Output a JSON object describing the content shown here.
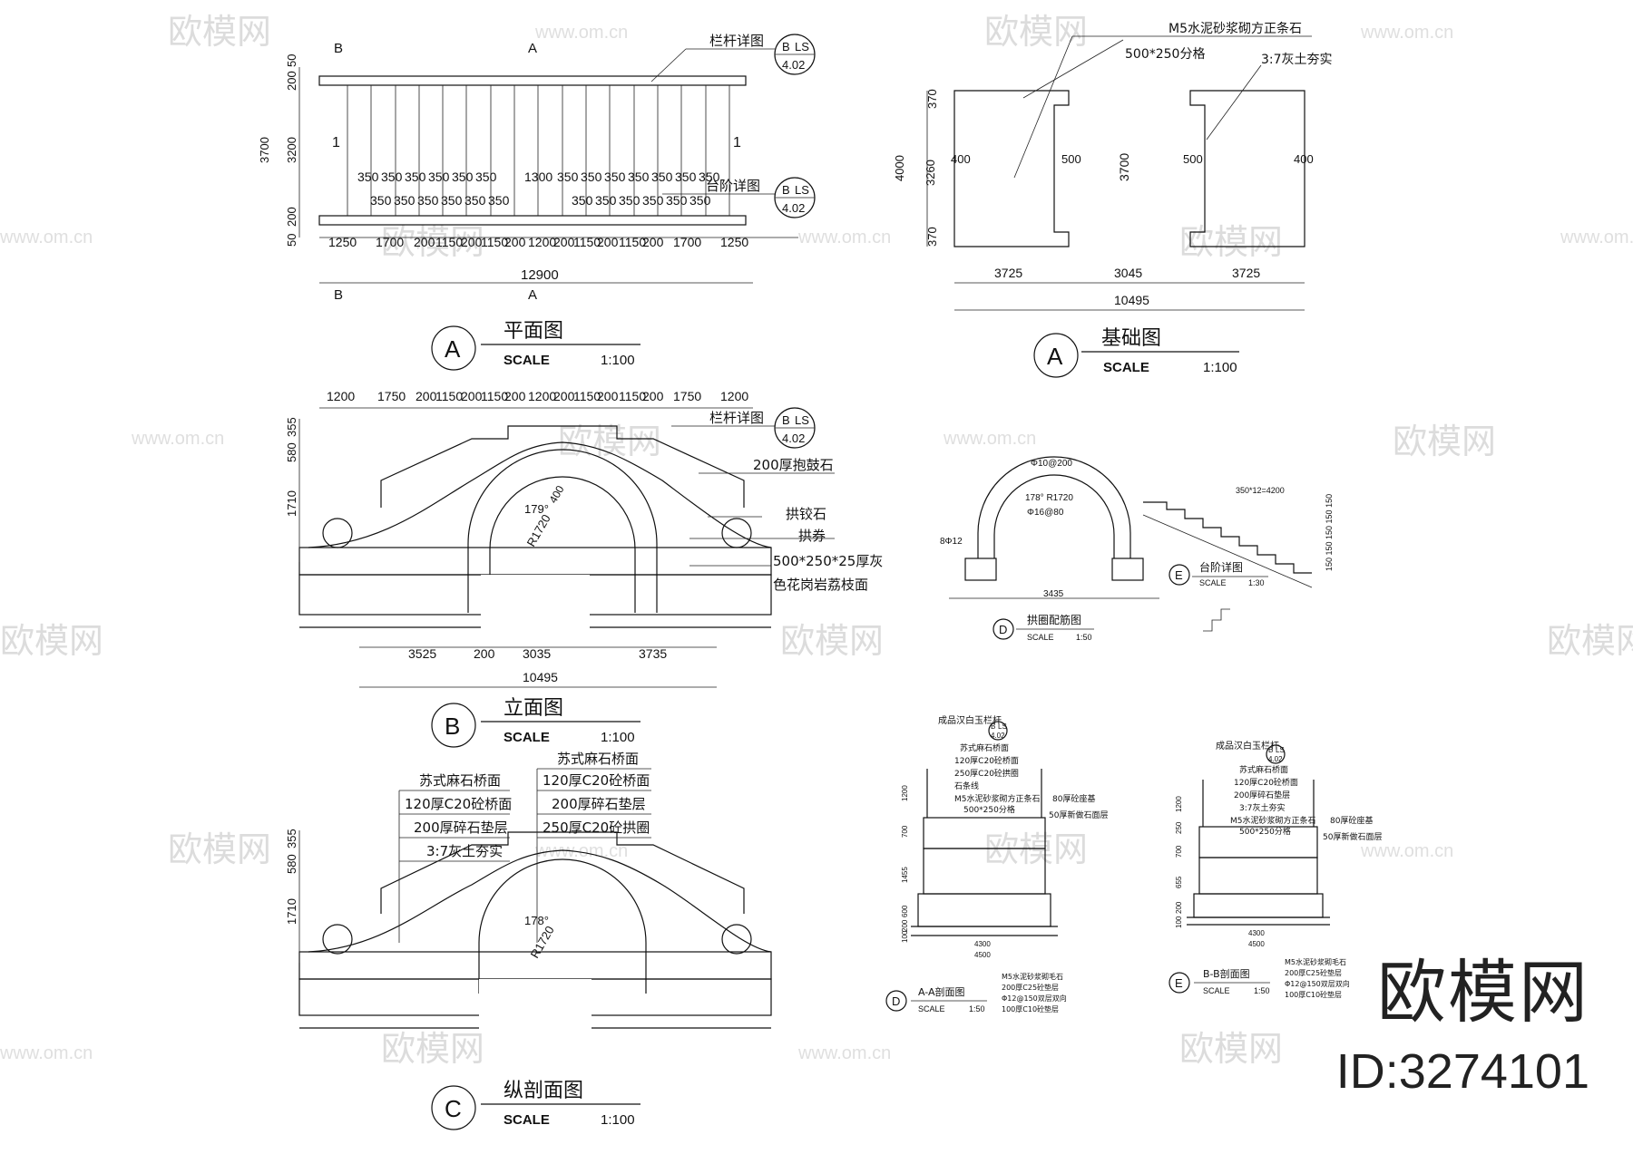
{
  "watermarks": {
    "brand": "欧模网",
    "site": "www.om.cn"
  },
  "corner": {
    "brand": "欧模网",
    "id": "ID:3274101"
  },
  "plan": {
    "marker": "A",
    "title": "平面图",
    "scale_label": "SCALE",
    "scale": "1:100",
    "section_b": "B",
    "section_a": "A",
    "section_1": "1",
    "railing_detail": "栏杆详图",
    "step_detail": "台阶详图",
    "ref_top": "B",
    "ref_code": "LS",
    "ref_sheet": "4.02",
    "dims_left": [
      "50",
      "200",
      "3700",
      "3200",
      "200",
      "50"
    ],
    "dims_row1": [
      "350",
      "350",
      "350",
      "350",
      "350",
      "350",
      "1300",
      "350",
      "350",
      "350",
      "350",
      "350",
      "350",
      "350"
    ],
    "dims_row2": [
      "350",
      "350",
      "350",
      "350",
      "350",
      "350",
      "350",
      "350",
      "350",
      "350",
      "350",
      "350"
    ],
    "dims_bottom": [
      "1250",
      "1700",
      "200",
      "1150",
      "200",
      "1150",
      "200",
      "1200",
      "200",
      "1150",
      "200",
      "1150",
      "200",
      "1700",
      "1250"
    ],
    "total": "12900"
  },
  "foundation": {
    "marker": "A",
    "title": "基础图",
    "scale_label": "SCALE",
    "scale": "1:100",
    "note1": "M5水泥砂浆砌方正条石",
    "note2": "500*250分格",
    "note3": "3:7灰土夯实",
    "dims_left": [
      "370",
      "4000",
      "3260",
      "370"
    ],
    "dim_mid": "3700",
    "dim_400a": "400",
    "dim_500a": "500",
    "dim_500b": "500",
    "dim_400b": "400",
    "dims_bottom": [
      "3725",
      "3045",
      "3725"
    ],
    "total": "10495"
  },
  "elevation": {
    "marker": "B",
    "title": "立面图",
    "scale_label": "SCALE",
    "scale": "1:100",
    "dims_top": [
      "1200",
      "1750",
      "200",
      "1150",
      "200",
      "1150",
      "200",
      "1200",
      "200",
      "1150",
      "200",
      "1150",
      "200",
      "1750",
      "1200"
    ],
    "dims_left": [
      "355",
      "580",
      "1710"
    ],
    "railing_detail": "栏杆详图",
    "ref_top": "B",
    "ref_code": "LS",
    "ref_sheet": "4.02",
    "label_drum": "200厚抱鼓石",
    "label_keystone": "拱铰石",
    "label_arch": "拱券",
    "label_granite1": "500*250*25厚灰",
    "label_granite2": "色花岗岩荔枝面",
    "angle": "179°",
    "radius": "R1720",
    "dim_400": "400",
    "dims_bottom": [
      "3525",
      "200",
      "3035",
      "3735"
    ],
    "total": "10495"
  },
  "longitudinal": {
    "marker": "C",
    "title": "纵剖面图",
    "scale_label": "SCALE",
    "scale": "1:100",
    "dims_left": [
      "355",
      "580",
      "1710"
    ],
    "left_notes": [
      "苏式麻石桥面",
      "120厚C20砼桥面",
      "200厚碎石垫层",
      "3:7灰土夯实"
    ],
    "right_notes": [
      "苏式麻石桥面",
      "120厚C20砼桥面",
      "200厚碎石垫层",
      "250厚C20砼拱圈"
    ],
    "angle": "178°",
    "radius": "R1720"
  },
  "arch_rebar": {
    "marker": "D",
    "title": "拱圈配筋图",
    "scale_label": "SCALE",
    "scale": "1:50",
    "top_note": "Φ10@200",
    "angle_note": "178° R1720",
    "inner_note": "Φ16@80",
    "side_note": "8Φ12",
    "width": "3435"
  },
  "step": {
    "marker": "E",
    "title": "台阶详图",
    "scale_label": "SCALE",
    "scale": "1:30",
    "top_note": "350*12=4200",
    "side_note": "150 150 150 150 150"
  },
  "section_aa": {
    "marker": "D",
    "title": "A-A剖面图",
    "scale_label": "SCALE",
    "scale": "1:50",
    "top_note": "成品汉白玉栏杆",
    "ref_top": "B",
    "ref_code": "LS",
    "ref_sheet": "4.02",
    "notes": [
      "苏式麻石桥面",
      "120厚C20砼桥面",
      "250厚C20砼拱圈",
      "石条线",
      "M5水泥砂浆砌方正条石",
      "500*250分格"
    ],
    "right_notes": [
      "80厚砼座基",
      "50厚新做石面层"
    ],
    "bottom_notes": [
      "M5水泥砂浆砌毛石",
      "200厚C25砼垫层",
      "Φ12@150双层双向",
      "100厚C10砼垫层"
    ],
    "dims_left": [
      "1200",
      "700",
      "1455",
      "600",
      "200",
      "100"
    ],
    "width_inner": "4300",
    "width_outer": "4500"
  },
  "section_bb": {
    "marker": "E",
    "title": "B-B剖面图",
    "scale_label": "SCALE",
    "scale": "1:50",
    "top_note": "成品汉白玉栏杆",
    "ref_top": "B",
    "ref_code": "LS",
    "ref_sheet": "4.02",
    "notes": [
      "苏式麻石桥面",
      "120厚C20砼桥面",
      "200厚碎石垫层",
      "3:7灰土夯实",
      "M5水泥砂浆砌方正条石",
      "500*250分格"
    ],
    "right_notes": [
      "80厚砼座基",
      "50厚新做石面层"
    ],
    "bottom_notes": [
      "M5水泥砂浆砌毛石",
      "200厚C25砼垫层",
      "Φ12@150双层双向",
      "100厚C10砼垫层"
    ],
    "dims_left": [
      "1200",
      "250",
      "700",
      "655",
      "200",
      "100"
    ],
    "width_inner": "4300",
    "width_outer": "4500"
  }
}
